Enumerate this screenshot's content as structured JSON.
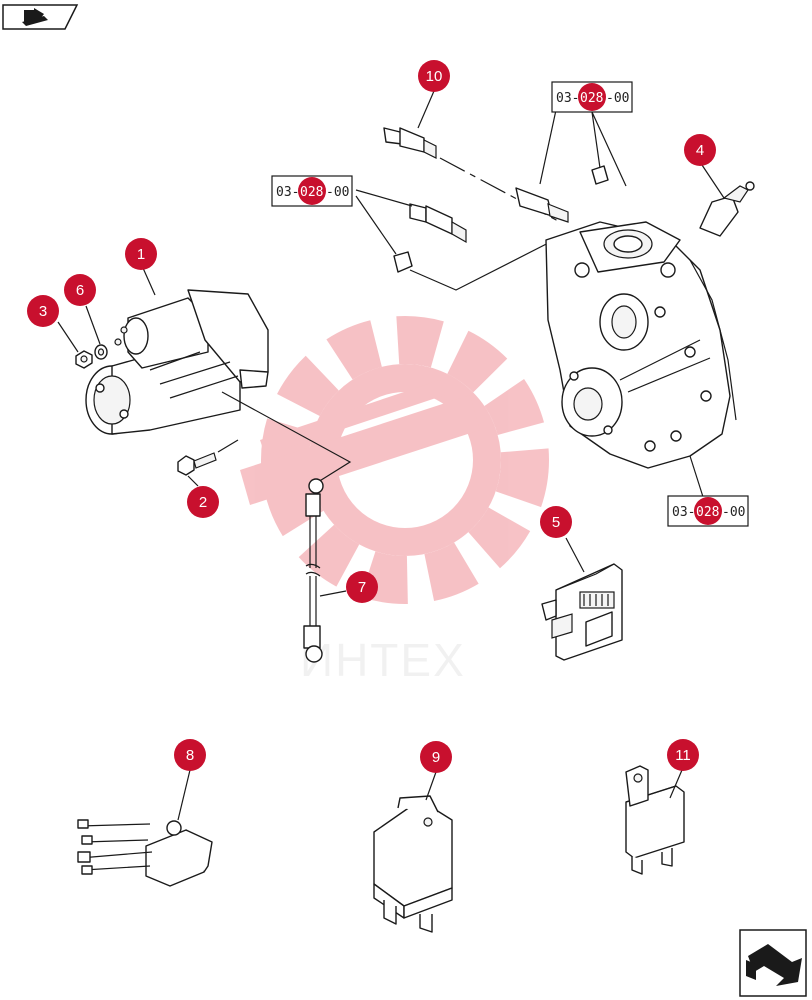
{
  "callouts": [
    {
      "id": "1",
      "label": "1"
    },
    {
      "id": "2",
      "label": "2"
    },
    {
      "id": "3",
      "label": "3"
    },
    {
      "id": "4",
      "label": "4"
    },
    {
      "id": "5",
      "label": "5"
    },
    {
      "id": "6",
      "label": "6"
    },
    {
      "id": "7",
      "label": "7"
    },
    {
      "id": "8",
      "label": "8"
    },
    {
      "id": "9",
      "label": "9"
    },
    {
      "id": "10",
      "label": "10"
    },
    {
      "id": "11",
      "label": "11"
    }
  ],
  "references": [
    {
      "id": "ref-top",
      "left": "03-",
      "mid": "028",
      "right": "-00"
    },
    {
      "id": "ref-left",
      "left": "03-",
      "mid": "028",
      "right": "-00"
    },
    {
      "id": "ref-bottom",
      "left": "03-",
      "mid": "028",
      "right": "-00"
    }
  ],
  "watermark": {
    "text": "ИНТЕХ",
    "color": "#e8505b"
  },
  "colors": {
    "callout": "#c8102e",
    "line": "#1a1a1a"
  },
  "icons": {
    "top_left": "book-arrow-icon",
    "bottom_right": "next-page-arrow-icon"
  }
}
